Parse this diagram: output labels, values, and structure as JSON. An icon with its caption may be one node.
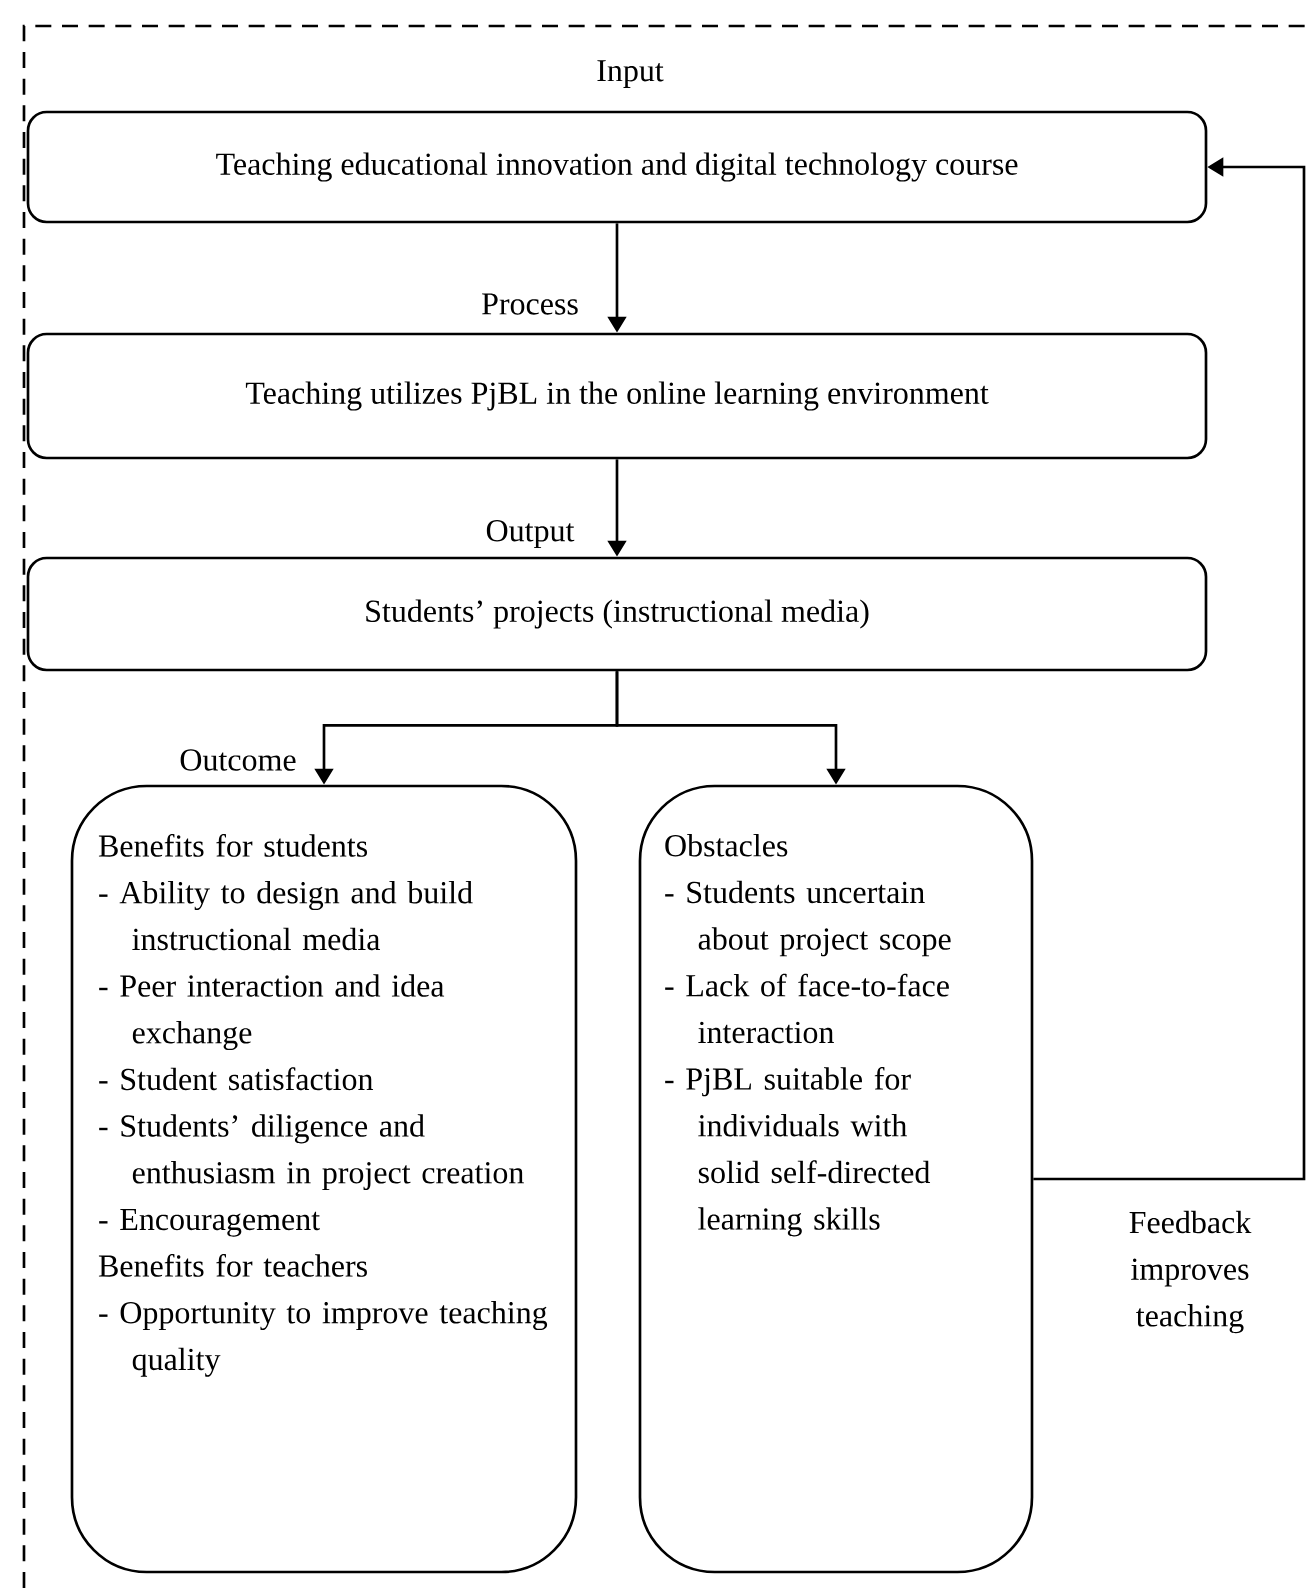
{
  "diagram": {
    "nodes": [
      {
        "text": [
          "Teaching educational innovation and digital technology course"
        ]
      },
      {
        "text": [
          "Teaching utilizes PjBL in the online learning environment"
        ]
      },
      {
        "text": [
          "Students’ projects (instructional media)"
        ]
      },
      {
        "text": [
          "Benefits for students",
          "- Ability to design and build instructional media",
          "- Peer interaction and idea exchange",
          "- Student satisfaction",
          "- Students’ diligence and enthusiasm in project creation",
          "- Encouragement",
          "Benefits for teachers",
          "- Opportunity to improve teaching quality"
        ]
      },
      {
        "text": [
          "Obstacles",
          "- Students uncertain about project scope",
          "- Lack of face-to-face interaction",
          "- PjBL suitable for individuals with solid self-directed learning skills"
        ]
      }
    ],
    "edges": [
      {
        "from": 0,
        "to": 1,
        "arrow": "to",
        "label": "Process"
      },
      {
        "from": 1,
        "to": 2,
        "arrow": "to",
        "label": "Output"
      },
      {
        "from": 2,
        "to": 3,
        "arrow": "to",
        "label": "Outcome"
      },
      {
        "from": 2,
        "to": 4,
        "arrow": "to"
      },
      {
        "from": 4,
        "to": 0,
        "arrow": "to",
        "label": "Feedback improves teaching"
      }
    ],
    "labels": [
      "Input"
    ]
  }
}
